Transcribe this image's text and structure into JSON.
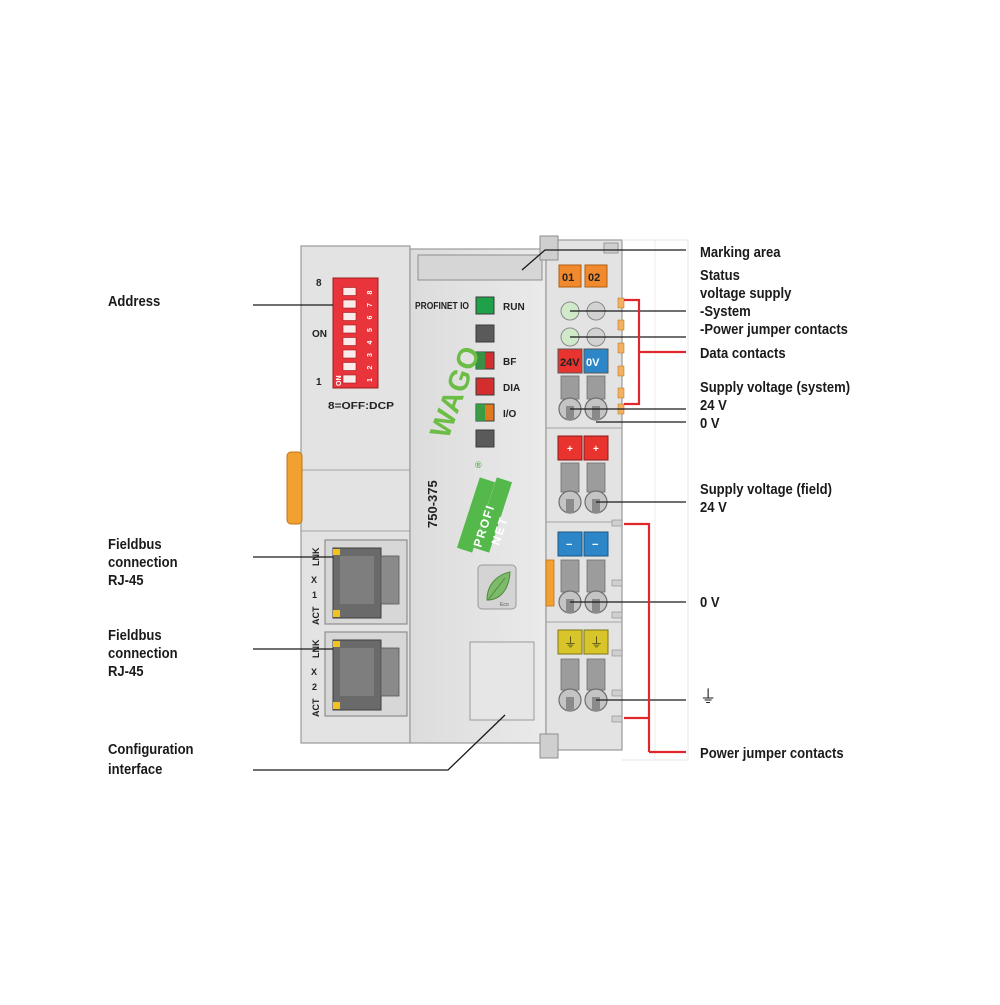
{
  "callouts": {
    "address": "Address",
    "fieldbus_1": "Fieldbus\nconnection\nRJ-45",
    "fieldbus_2": "Fieldbus\nconnection\nRJ-45",
    "configuration_interface": "Configuration\ninterface",
    "marking_area": "Marking area",
    "status_supply": "Status\nvoltage supply\n-System\n-Power jumper contacts",
    "data_contacts": "Data contacts",
    "supply_system": "Supply voltage (system)\n24 V\n0 V",
    "supply_field": "Supply voltage (field)\n24 V",
    "zero_v": "0 V",
    "ground_symbol": "⏚",
    "power_jumper": "Power jumper contacts"
  },
  "module": {
    "dip": {
      "top_number": "8",
      "on_label": "ON",
      "bottom_number": "1",
      "switch_on": "ON",
      "switch_numbers": [
        "1",
        "2",
        "3",
        "4",
        "5",
        "6",
        "7",
        "8"
      ],
      "note": "8=OFF:DCP"
    },
    "port_1": {
      "lnk": "LNK",
      "x": "X",
      "num": "1",
      "act": "ACT"
    },
    "port_2": {
      "lnk": "LNK",
      "x": "X",
      "num": "2",
      "act": "ACT"
    },
    "profinet_io": "PROFINET IO",
    "leds": [
      {
        "label": "RUN",
        "color": "#1fa14a"
      },
      {
        "label": "",
        "color": "#5a5a5a"
      },
      {
        "label": "BF",
        "color": "#d42d2d"
      },
      {
        "label": "DIA",
        "color": "#d42d2d"
      },
      {
        "label": "I/O",
        "color": "#e07a1e"
      },
      {
        "label": "",
        "color": "#5a5a5a"
      }
    ],
    "brand": "WAGO",
    "part_number": "750-375",
    "profi_logo": [
      "PROFI",
      "NET"
    ],
    "registered": "®",
    "energy_badge": "Eco",
    "status_tags": [
      "01",
      "02"
    ],
    "voltage_tags": [
      "24V",
      "0V"
    ],
    "field_plus": [
      "+",
      "+"
    ],
    "field_minus": [
      "−",
      "−"
    ],
    "earth": [
      "⏚",
      "⏚"
    ]
  },
  "colors": {
    "body": "#e4e4e4",
    "dip_red": "#e8343a",
    "callout_red": "#e0282c",
    "status_orange": "#f08a2c",
    "tag_red": "#e8332e",
    "tag_blue": "#2c86c8",
    "ground_yellow": "#d7c52a",
    "side_orange": "#f2a030",
    "profi_green": "#54b84a"
  }
}
